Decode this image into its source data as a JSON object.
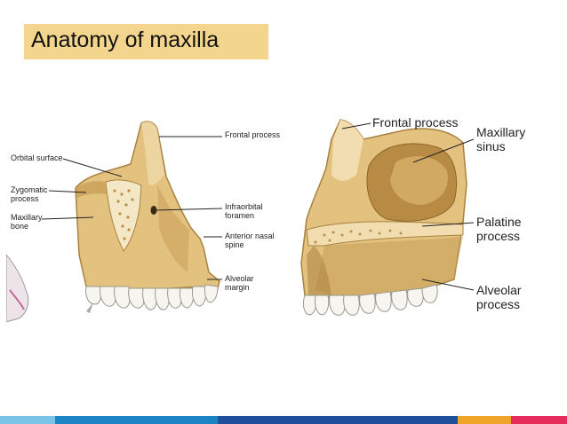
{
  "title": "Anatomy of maxilla",
  "left_figure": {
    "labels": {
      "frontal_process": "Frontal process",
      "orbital_surface": "Orbital surface",
      "zygomatic_process_1": "Zygomatic",
      "zygomatic_process_2": "process",
      "maxillary_bone_1": "Maxillary",
      "maxillary_bone_2": "bone",
      "infraorbital_foramen_1": "Infraorbital",
      "infraorbital_foramen_2": "foramen",
      "anterior_nasal_spine_1": "Anterior nasal",
      "anterior_nasal_spine_2": "spine",
      "alveolar_margin_1": "Alveolar",
      "alveolar_margin_2": "margin"
    }
  },
  "right_figure": {
    "labels": {
      "frontal_process": "Frontal process",
      "maxillary_sinus_1": "Maxillary",
      "maxillary_sinus_2": "sinus",
      "palatine_process_1": "Palatine",
      "palatine_process_2": "process",
      "alveolar_process_1": "Alveolar",
      "alveolar_process_2": "process"
    }
  },
  "colors": {
    "title_bg": "#f3d58e",
    "bone": "#e3c27f",
    "bone_dark": "#a9823f",
    "bone_light": "#f1ddb0",
    "teeth": "#f7f5ef",
    "footer": [
      "#7cc3e8",
      "#1a84c4",
      "#1f4e9a",
      "#f0a42a",
      "#e42d5b"
    ]
  }
}
